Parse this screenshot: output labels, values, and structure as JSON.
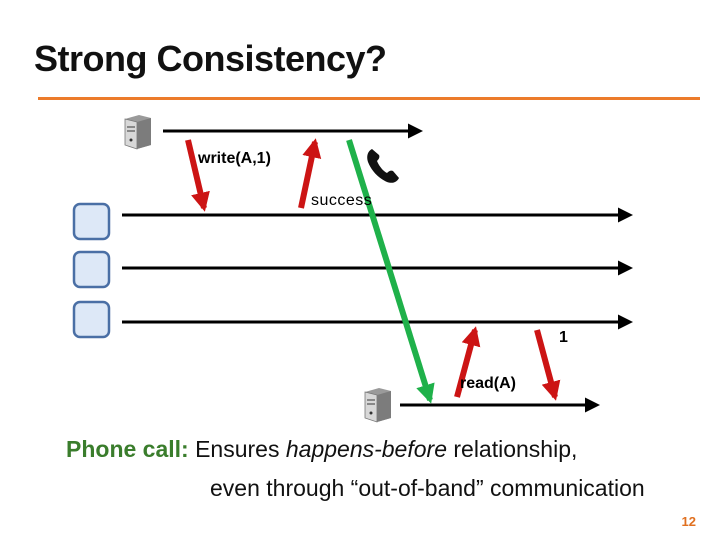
{
  "slide": {
    "title": "Strong Consistency?",
    "page_number": "12"
  },
  "diagram": {
    "write_label": "write(A,1)",
    "success_label": "success",
    "value_label": "1",
    "read_label": "read(A)",
    "phone_icon": "phone-icon",
    "client_icon": "server-computer-icon",
    "replica_icon": "replica-box-icon"
  },
  "caption": {
    "lead": "Phone call:",
    "text_before": " Ensures ",
    "emphasis": "happens-before",
    "text_after": " relationship,",
    "line2": "even through “out-of-band” communication"
  },
  "colors": {
    "accent_rule": "#ec7b2a",
    "green_text": "#3a7d2c",
    "red_arrow": "#cc1414",
    "green_arrow": "#1fb14a",
    "page_number": "#e07020",
    "replica_fill": "#dde8f7",
    "replica_border": "#4a6fa5"
  }
}
